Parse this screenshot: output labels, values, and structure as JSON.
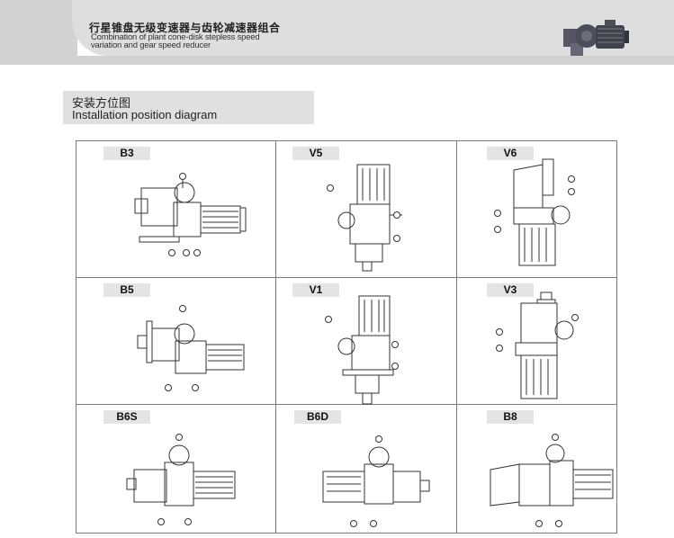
{
  "header": {
    "title_cn": "行星锥盘无级变速器与齿轮减速器组合",
    "title_en": "Combination of plant cone-disk stepless speed variation and gear speed reducer"
  },
  "section": {
    "title_cn": "安装方位图",
    "title_en": "Installation position diagram"
  },
  "positions": [
    {
      "label": "B3"
    },
    {
      "label": "V5"
    },
    {
      "label": "V6"
    },
    {
      "label": "B5"
    },
    {
      "label": "V1"
    },
    {
      "label": "V3"
    },
    {
      "label": "B6S"
    },
    {
      "label": "B6D"
    },
    {
      "label": "B8"
    }
  ],
  "colors": {
    "header_band": "#dedede",
    "label_bg": "#e4e4e4",
    "grid_line": "#7a7a7a",
    "drawing_line": "#333333"
  },
  "icons": {
    "product": "gearmotor-photo-icon",
    "marker": "numbered-circle-callout"
  }
}
